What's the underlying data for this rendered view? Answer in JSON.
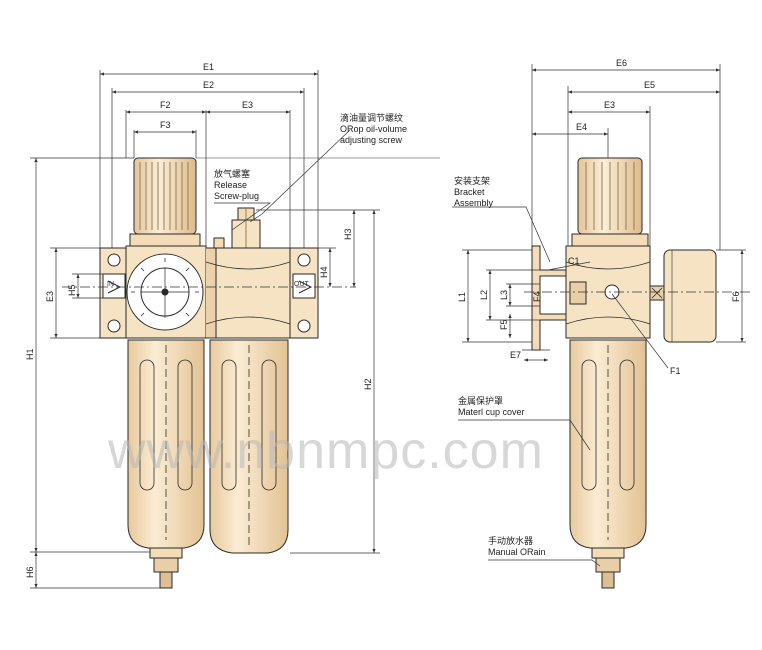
{
  "dimensions": {
    "e1": "E1",
    "e2": "E2",
    "e3": "E3",
    "e4": "E4",
    "e5": "E5",
    "e6": "E6",
    "e7": "E7",
    "f1": "F1",
    "f2": "F2",
    "f3": "F3",
    "f4": "F4",
    "f5": "F5",
    "f6": "F6",
    "h1": "H1",
    "h2": "H2",
    "h3": "H3",
    "h4": "H4",
    "h5": "H5",
    "h6": "H6",
    "l1": "L1",
    "l2": "L2",
    "l3": "L3",
    "c1": "C1"
  },
  "ports": {
    "in": "IN",
    "out": "OUT"
  },
  "callouts": {
    "oil_volume_cn": "滴油量调节螺纹",
    "oil_volume_en1": "ORop oil-volume",
    "oil_volume_en2": "adjusting screw",
    "release_cn": "放气螺塞",
    "release_en1": "Release",
    "release_en2": "Screw-plug",
    "bracket_cn": "安装支架",
    "bracket_en1": "Bracket",
    "bracket_en2": "Assembly",
    "cup_cn": "金属保护罩",
    "cup_en": "Materl cup cover",
    "drain_cn": "手动放水器",
    "drain_en": "Manual ORain"
  },
  "watermark": "www.nbnmpc.com",
  "colors": {
    "body": "#f6e3c4",
    "outline": "#2a2a2a",
    "shade": "#e6c9a0",
    "dimline": "#333333"
  }
}
